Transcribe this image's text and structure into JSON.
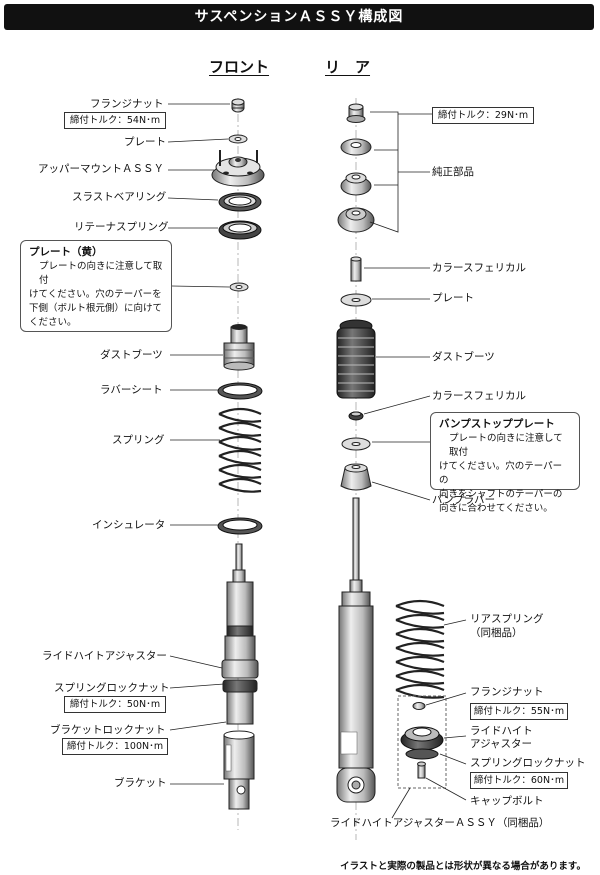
{
  "title": "サスペンションＡＳＳＹ構成図",
  "headings": {
    "front": "フロント",
    "rear": "リ　ア"
  },
  "front": {
    "flange_nut": "フランジナット",
    "flange_nut_torque": "締付トルク：54N･m",
    "plate": "プレート",
    "upper_mount": "アッパーマウントＡＳＳＹ",
    "thrust_bearing": "スラストベアリング",
    "retainer_spring": "リテーナスプリング",
    "dust_boot": "ダストブーツ",
    "rubber_seat": "ラバーシート",
    "spring": "スプリング",
    "insulator": "インシュレータ",
    "ride_height_adjuster": "ライドハイトアジャスター",
    "spring_lock_nut": "スプリングロックナット",
    "spring_lock_nut_torque": "締付トルク：50N･m",
    "bracket_lock_nut": "ブラケットロックナット",
    "bracket_lock_nut_torque": "締付トルク：100N･m",
    "bracket": "ブラケット"
  },
  "front_note": {
    "title": "プレート（黄）",
    "lines": [
      "プレートの向きに注意して取付",
      "けてください。穴のテーパーを",
      "下側（ボルト根元側）に向けて",
      "ください。"
    ]
  },
  "rear": {
    "torque_top": "締付トルク：29N･m",
    "genuine_parts": "純正部品",
    "collar_spherical_top": "カラースフェリカル",
    "plate": "プレート",
    "dust_boot": "ダストブーツ",
    "collar_spherical": "カラースフェリカル",
    "bump_rubber": "バンプラバー",
    "rear_spring": "リアスプリング",
    "rear_spring_note": "（同梱品）",
    "flange_nut": "フランジナット",
    "flange_nut_torque": "締付トルク：55N･m",
    "ride_height_adjuster_1": "ライドハイト",
    "ride_height_adjuster_2": "アジャスター",
    "spring_lock_nut": "スプリングロックナット",
    "spring_lock_nut_torque": "締付トルク：60N･m",
    "cap_bolt": "キャップボルト",
    "adjuster_assy": "ライドハイトアジャスターＡＳＳＹ（同梱品）"
  },
  "rear_note": {
    "title": "バンプストッププレート",
    "lines": [
      "プレートの向きに注意して取付",
      "けてください。穴のテーパーの",
      "向きをシャフトのテーパーの",
      "向きに合わせてください。"
    ]
  },
  "footer": "イラストと実際の製品とは形状が異なる場合があります。"
}
